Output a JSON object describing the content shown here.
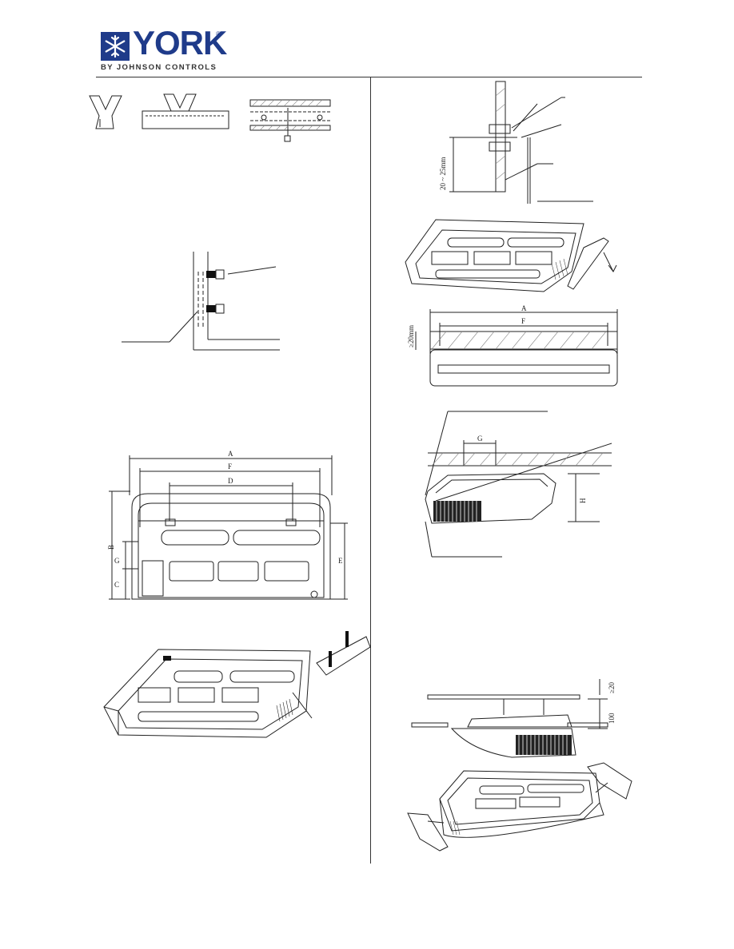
{
  "header": {
    "brand": "YORK",
    "registered_mark": "®",
    "tagline": "BY JOHNSON CONTROLS",
    "brand_color": "#1f3b8a"
  },
  "figures": {
    "bracket_height": {
      "label": "20 ~ 25mm"
    },
    "ceiling_front": {
      "label_a": "A",
      "label_f": "F",
      "label_gap": "≥20mm"
    },
    "side_view": {
      "label_g": "G",
      "label_h": "H"
    },
    "dimension_top": {
      "label_a": "A",
      "label_f": "F",
      "label_d": "D",
      "label_b": "B",
      "label_g": "G",
      "label_c": "C",
      "label_e": "E"
    },
    "ceiling_clearance": {
      "label_20": "≥20",
      "label_100": "100"
    }
  }
}
